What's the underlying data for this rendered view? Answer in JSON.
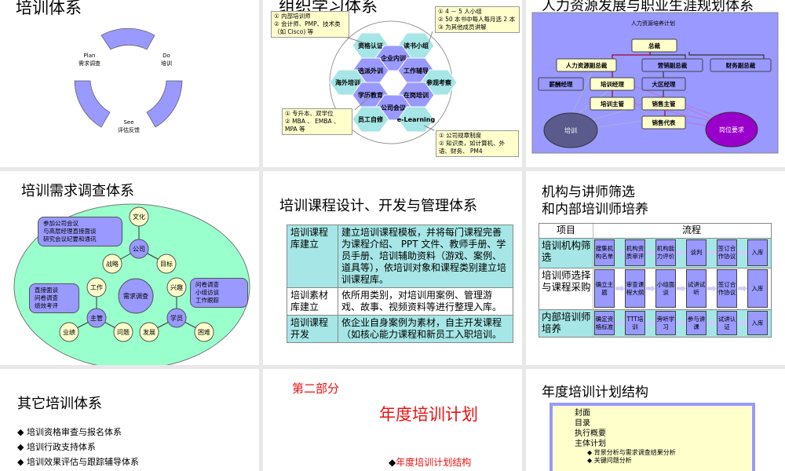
{
  "slides": [
    {
      "title": "培训体系",
      "cycle": [
        {
          "en": "Plan",
          "zh": "需求调查"
        },
        {
          "en": "Do",
          "zh": "培训"
        },
        {
          "en": "See",
          "zh": "评估反馈"
        }
      ]
    },
    {
      "title": "组织学习体系",
      "hexes": [
        "资格认证",
        "读书小组",
        "企业内训",
        "选派外训",
        "工作辅导",
        "海外培训",
        "参观考察",
        "学历教育",
        "在岗培训",
        "公司会议",
        "员工自修",
        "e-Learning"
      ],
      "callouts": [
        [
          "① 内部培训师",
          "② 会计师、PMP、技术类（如 Cisco) 等"
        ],
        [
          "① 4 － 5 人小组",
          "② 50 本书中每人每月选 2 本",
          "③ 为其他成员讲解"
        ],
        [
          "① 专升本、双学位",
          "② MBA 、 EMBA 、 MPA 等"
        ],
        [
          "① 公司规章制度",
          "② 知识类，如计算机、外语、财务、 PM4"
        ]
      ]
    },
    {
      "title": "人力资源发展与职业生涯规划体系",
      "chart_title": "人力资源培养计划",
      "nodes": [
        "总裁",
        "人力资源副总裁",
        "营销副总裁",
        "财务副总裁",
        "薪酬经理",
        "培训经理",
        "大区经理",
        "培训主管",
        "销售主管",
        "销售代表"
      ],
      "ellipses": [
        "培训",
        "岗位要求"
      ]
    },
    {
      "title": "培训需求调查体系",
      "center": "需求调查",
      "nodes": [
        "文化",
        "公司",
        "战略",
        "目标",
        "工作",
        "主管",
        "业绩",
        "问题",
        "兴趣",
        "学员",
        "发展",
        "困难"
      ],
      "callouts": [
        [
          "参加公司会议",
          "与高层经理直接面谈",
          "研究会议纪要和通讯"
        ],
        [
          "直接面谈",
          "问卷调查",
          "绩效考评"
        ],
        [
          "问卷调查",
          "小组访谈",
          "工作跟踪"
        ]
      ]
    },
    {
      "title": "培训课程设计、开发与管理体系",
      "rows": [
        {
          "item": "培训课程库建立",
          "desc": "建立培训课程模板，并将每门课程完善为课程介绍、 PPT 文件、教师手册、学员手册、培训辅助资料（游戏、案例、道具等），依培训对象和课程类别建立培训课程库。"
        },
        {
          "item": "培训素材库建立",
          "desc": "依所用类别，对培训用案例、管理游戏、故事、视频资料等进行整理入库。"
        },
        {
          "item": "培训课程开发",
          "desc": "依企业自身案例为素材，自主开发课程（如核心能力课程和新员工入职培训。"
        }
      ]
    },
    {
      "title_line1": "机构与讲师筛选",
      "title_line2": "和内部培训师培养",
      "col_item": "项目",
      "col_flow": "流程",
      "rows": [
        {
          "item": "培训机构筛选",
          "steps": [
            "搜集机构名单",
            "机构资质审评",
            "机构能力评价",
            "谈判",
            "签订合作协议",
            "入库"
          ]
        },
        {
          "item": "培训师选择与课程采购",
          "steps": [
            "确立主题",
            "审查课程大纲",
            "小组面谈",
            "试讲试听",
            "签订合作协议",
            "入库"
          ]
        },
        {
          "item": "内部培训师培养",
          "steps": [
            "确定资格标准",
            "TTT培训",
            "旁听学习",
            "参与讲课",
            "试讲认证",
            "入库"
          ]
        }
      ]
    },
    {
      "title": "其它培训体系",
      "bullets": [
        "培训资格审查与报名体系",
        "培训行政支持体系",
        "培训效果评估与跟踪辅导体系"
      ]
    },
    {
      "part": "第二部分",
      "title": "年度培训计划",
      "bullet": "年度培训计划结构"
    },
    {
      "title": "年度培训计划结构",
      "lines": [
        "封面",
        "目录",
        "执行概要",
        "主体计划"
      ],
      "sub": [
        "背景分析与需求调查结果分析",
        "关键问题分析"
      ]
    }
  ],
  "colors": {
    "purple": "#9999ff",
    "cyan": "#a6e6e6",
    "yellow": "#ffffcc",
    "green": "#99ffcc",
    "red": "#ee1111"
  }
}
